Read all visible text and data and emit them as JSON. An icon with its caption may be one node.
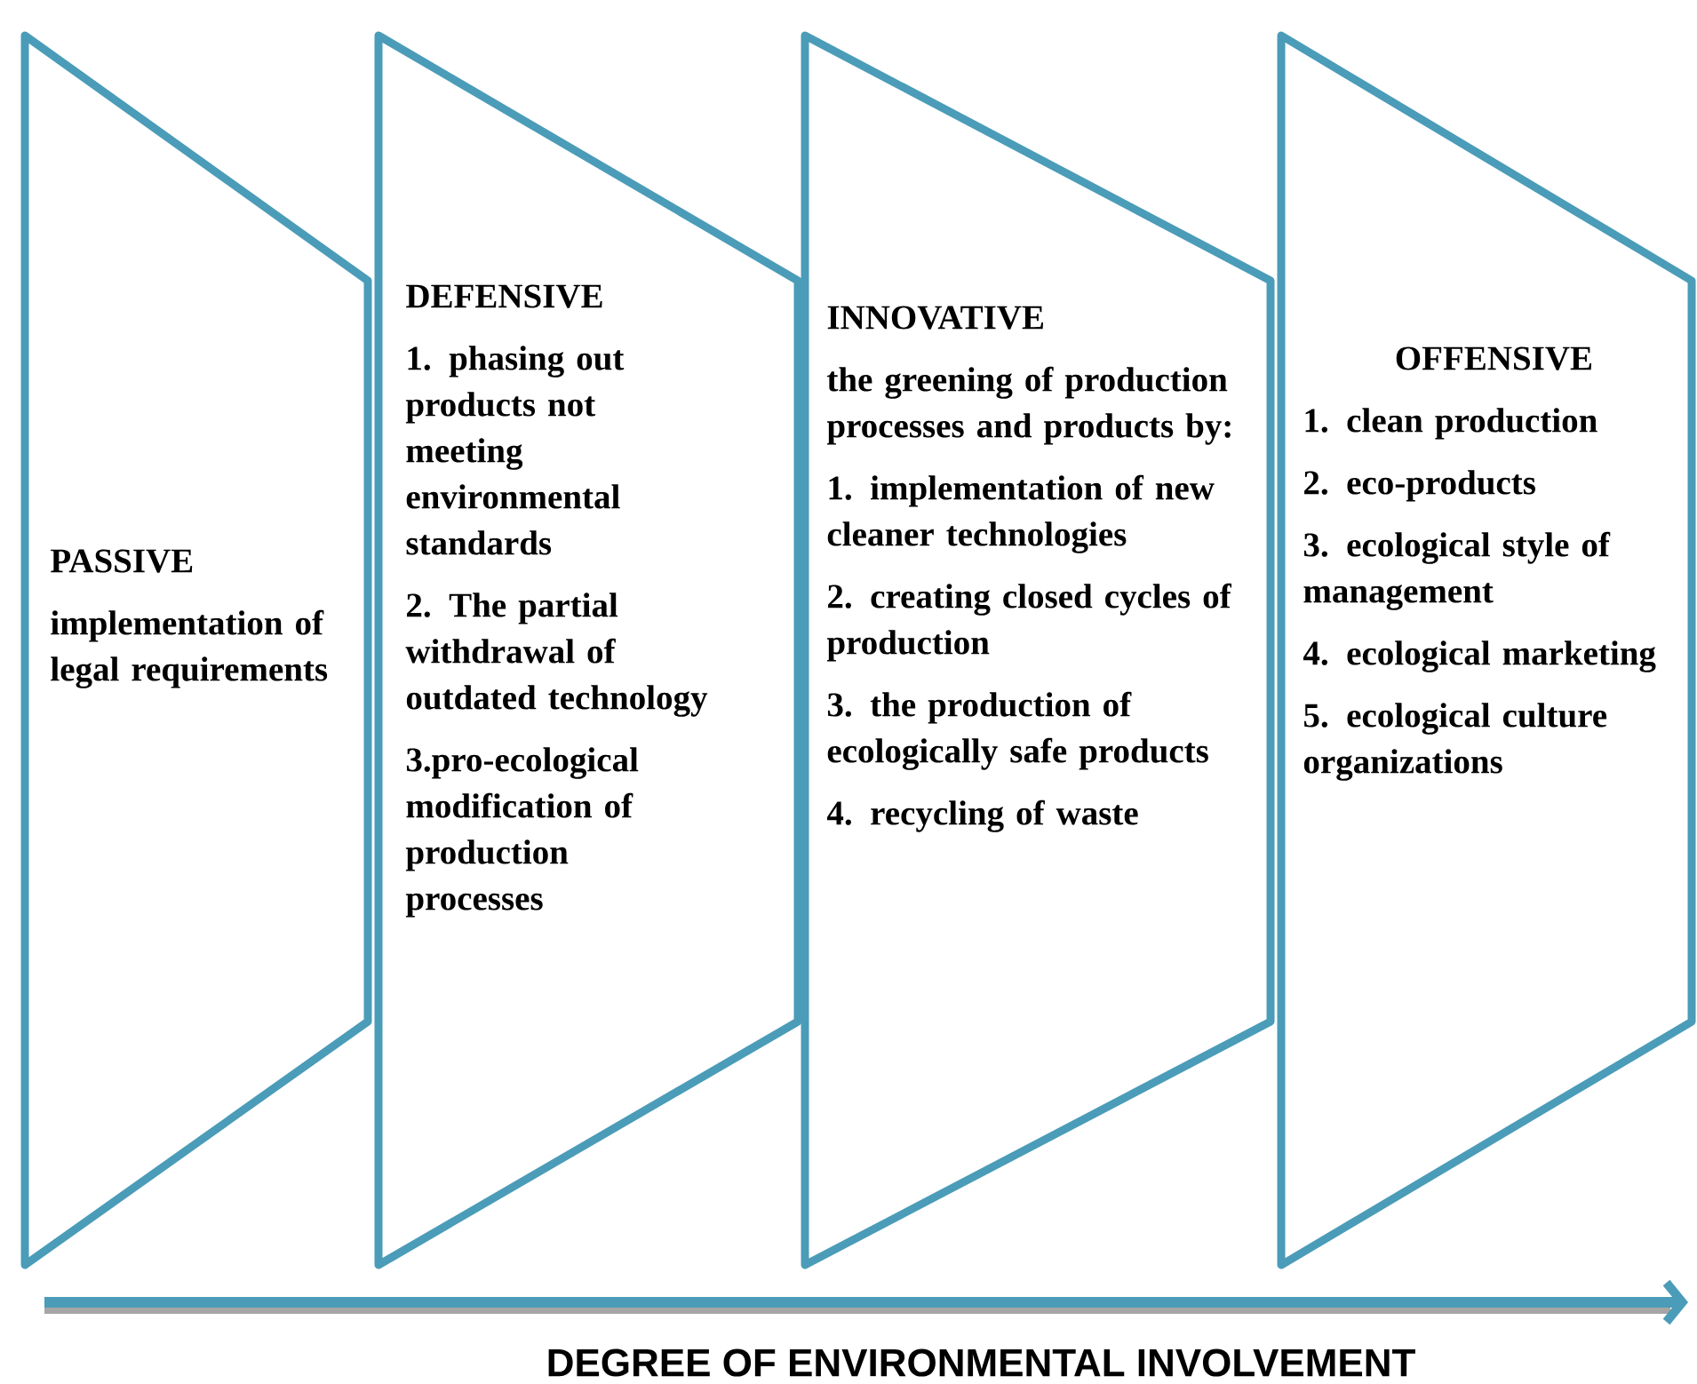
{
  "diagram": {
    "nodes": [
      {
        "text": [
          "PASSIVE",
          "implementation of legal requirements"
        ]
      },
      {
        "text": [
          "DEFENSIVE",
          "1. phasing out products not meeting environmental standards",
          "2. The partial withdrawal of outdated technology",
          "3.pro-ecological modification of production processes"
        ]
      },
      {
        "text": [
          "INNOVATIVE",
          "the greening of production processes and products by:",
          "1. implementation of new cleaner technologies",
          "2. creating closed cycles of production",
          "3. the production of ecologically safe products",
          "4. recycling of waste"
        ]
      },
      {
        "text": [
          "OFFENSIVE",
          "1. clean production",
          "2. eco-products",
          "3. ecological style of management",
          "4. ecological marketing",
          "5. ecological culture organizations"
        ]
      }
    ],
    "labels": [
      "DEGREE OF ENVIRONMENTAL INVOLVEMENT"
    ]
  }
}
